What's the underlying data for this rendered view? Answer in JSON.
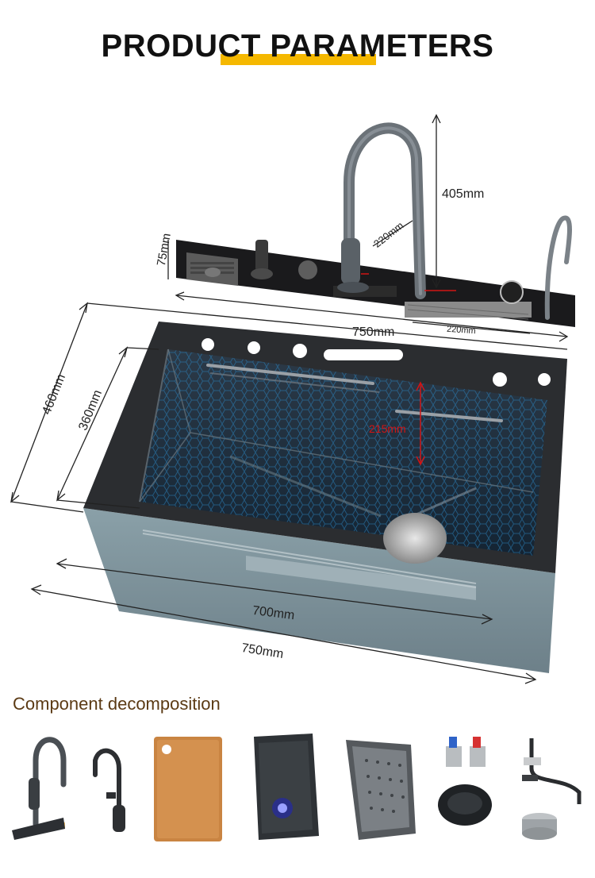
{
  "title": "PRODUCT PARAMETERS",
  "colors": {
    "accent": "#f5b800",
    "section_title": "#5b3a14",
    "measure_red": "#d11414"
  },
  "dimensions": {
    "faucet_height": "405mm",
    "faucet_reach": "220mm",
    "panel_depth": "75mm",
    "panel_width": "750mm",
    "panel_sub": "220mm",
    "outer_depth": "460mm",
    "inner_depth": "360mm",
    "bowl_depth": "215mm",
    "inner_width": "700mm",
    "outer_width": "750mm"
  },
  "section_title": "Component decomposition",
  "components": [
    {
      "icon": "pull-out-faucet-icon"
    },
    {
      "icon": "water-filter-faucet-icon"
    },
    {
      "icon": "cutting-board-icon"
    },
    {
      "icon": "small-basin-icon"
    },
    {
      "icon": "drain-basket-icon"
    },
    {
      "icon": "cup-washer-icon"
    },
    {
      "icon": "drain-kit-icon"
    }
  ]
}
